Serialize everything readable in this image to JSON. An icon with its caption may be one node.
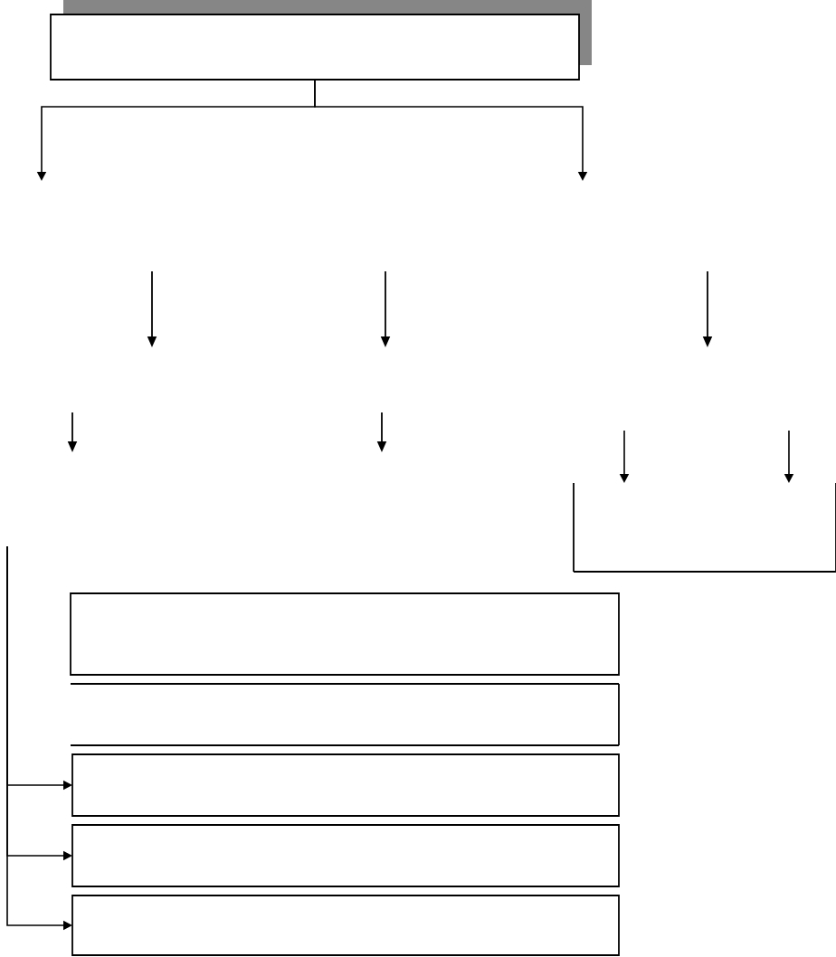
{
  "diagram": {
    "nodes": [
      {
        "text": [],
        "shape": "box"
      },
      {
        "text": [],
        "shape": "box"
      },
      {
        "text": [],
        "shape": "box"
      },
      {
        "text": [],
        "shape": "box"
      },
      {
        "text": [],
        "shape": "box"
      },
      {
        "text": [],
        "shape": "box"
      },
      {
        "text": [],
        "shape": "box"
      }
    ],
    "edges": [
      {
        "from": 0,
        "to": null,
        "arrow": "to"
      },
      {
        "from": 0,
        "to": null,
        "arrow": "to"
      },
      {
        "from": null,
        "to": 1,
        "arrow": "to"
      },
      {
        "from": null,
        "to": 1,
        "arrow": "to"
      },
      {
        "from": null,
        "to": 4,
        "arrow": "to"
      },
      {
        "from": null,
        "to": 5,
        "arrow": "to"
      },
      {
        "from": null,
        "to": 6,
        "arrow": "to"
      }
    ]
  }
}
